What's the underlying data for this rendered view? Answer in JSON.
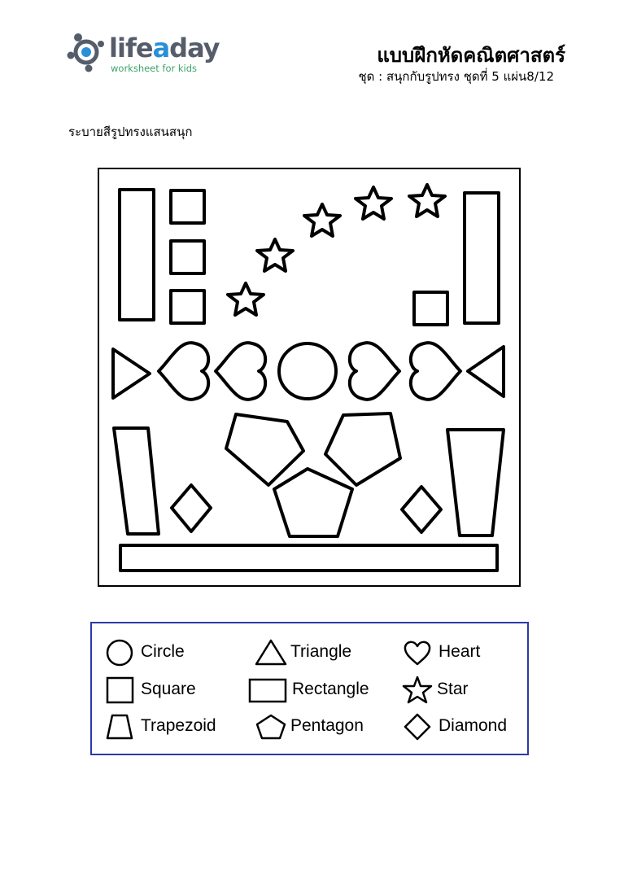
{
  "brand": {
    "name_start": "life",
    "name_accent": "a",
    "name_end": "day",
    "tagline": "worksheet for kids",
    "colors": {
      "text": "#555d6b",
      "accent": "#2a8fd6",
      "tagline": "#3ba36a"
    }
  },
  "header": {
    "title": "แบบฝึกหัดคณิตศาสตร์",
    "subtitle": "ชุด : สนุกกับรูปทรง  ชุดที่ 5 แผ่น8/12"
  },
  "instruction": "ระบายสีรูปทรงแสนสนุก",
  "legend": {
    "border_color": "#2b3aa8",
    "items": [
      {
        "label": "Circle",
        "icon": "circle-icon"
      },
      {
        "label": "Triangle",
        "icon": "triangle-icon"
      },
      {
        "label": "Heart",
        "icon": "heart-icon"
      },
      {
        "label": "Square",
        "icon": "square-icon"
      },
      {
        "label": "Rectangle",
        "icon": "rectangle-icon"
      },
      {
        "label": "Star",
        "icon": "star-icon"
      },
      {
        "label": "Trapezoid",
        "icon": "trapezoid-icon"
      },
      {
        "label": "Pentagon",
        "icon": "pentagon-icon"
      },
      {
        "label": "Diamond",
        "icon": "diamond-icon"
      }
    ]
  }
}
